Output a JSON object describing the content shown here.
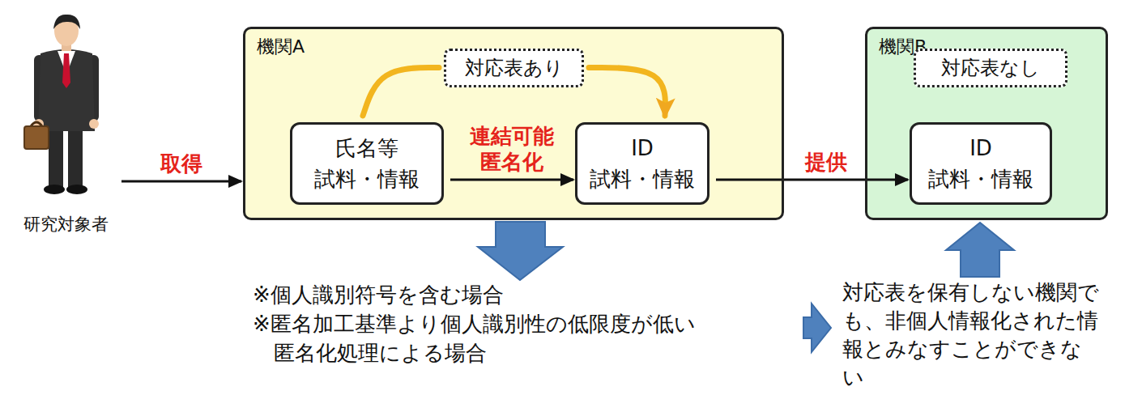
{
  "diagram": {
    "nodes": [
      {
        "text": [
          "研究対象者"
        ]
      },
      {
        "text": [
          "機関A"
        ]
      },
      {
        "text": [
          "対応表あり"
        ],
        "in": 1
      },
      {
        "text": [
          "氏名等",
          "試料・情報"
        ],
        "in": 1
      },
      {
        "text": [
          "ID",
          "試料・情報"
        ],
        "in": 1
      },
      {
        "text": [
          "機関B"
        ]
      },
      {
        "text": [
          "対応表なし"
        ],
        "in": 5
      },
      {
        "text": [
          "ID",
          "試料・情報"
        ],
        "in": 5
      }
    ],
    "edges": [
      {
        "from": 0,
        "to": 1,
        "arrow": "to",
        "label": "取得"
      },
      {
        "from": 3,
        "to": 2,
        "arrow": "none"
      },
      {
        "from": 2,
        "to": 4,
        "arrow": "to"
      },
      {
        "from": 3,
        "to": 4,
        "arrow": "to",
        "label": "連結可能 匿名化"
      },
      {
        "from": 4,
        "to": 7,
        "arrow": "to",
        "label": "提供"
      }
    ],
    "labels": [
      "※個人識別符号を含む場合",
      "※匿名加工基準より個人識別性の低限度が低い 匿名化処理による場合",
      "対応表を保有しない機関でも、非個人情報化された情報とみなすことができない"
    ]
  }
}
